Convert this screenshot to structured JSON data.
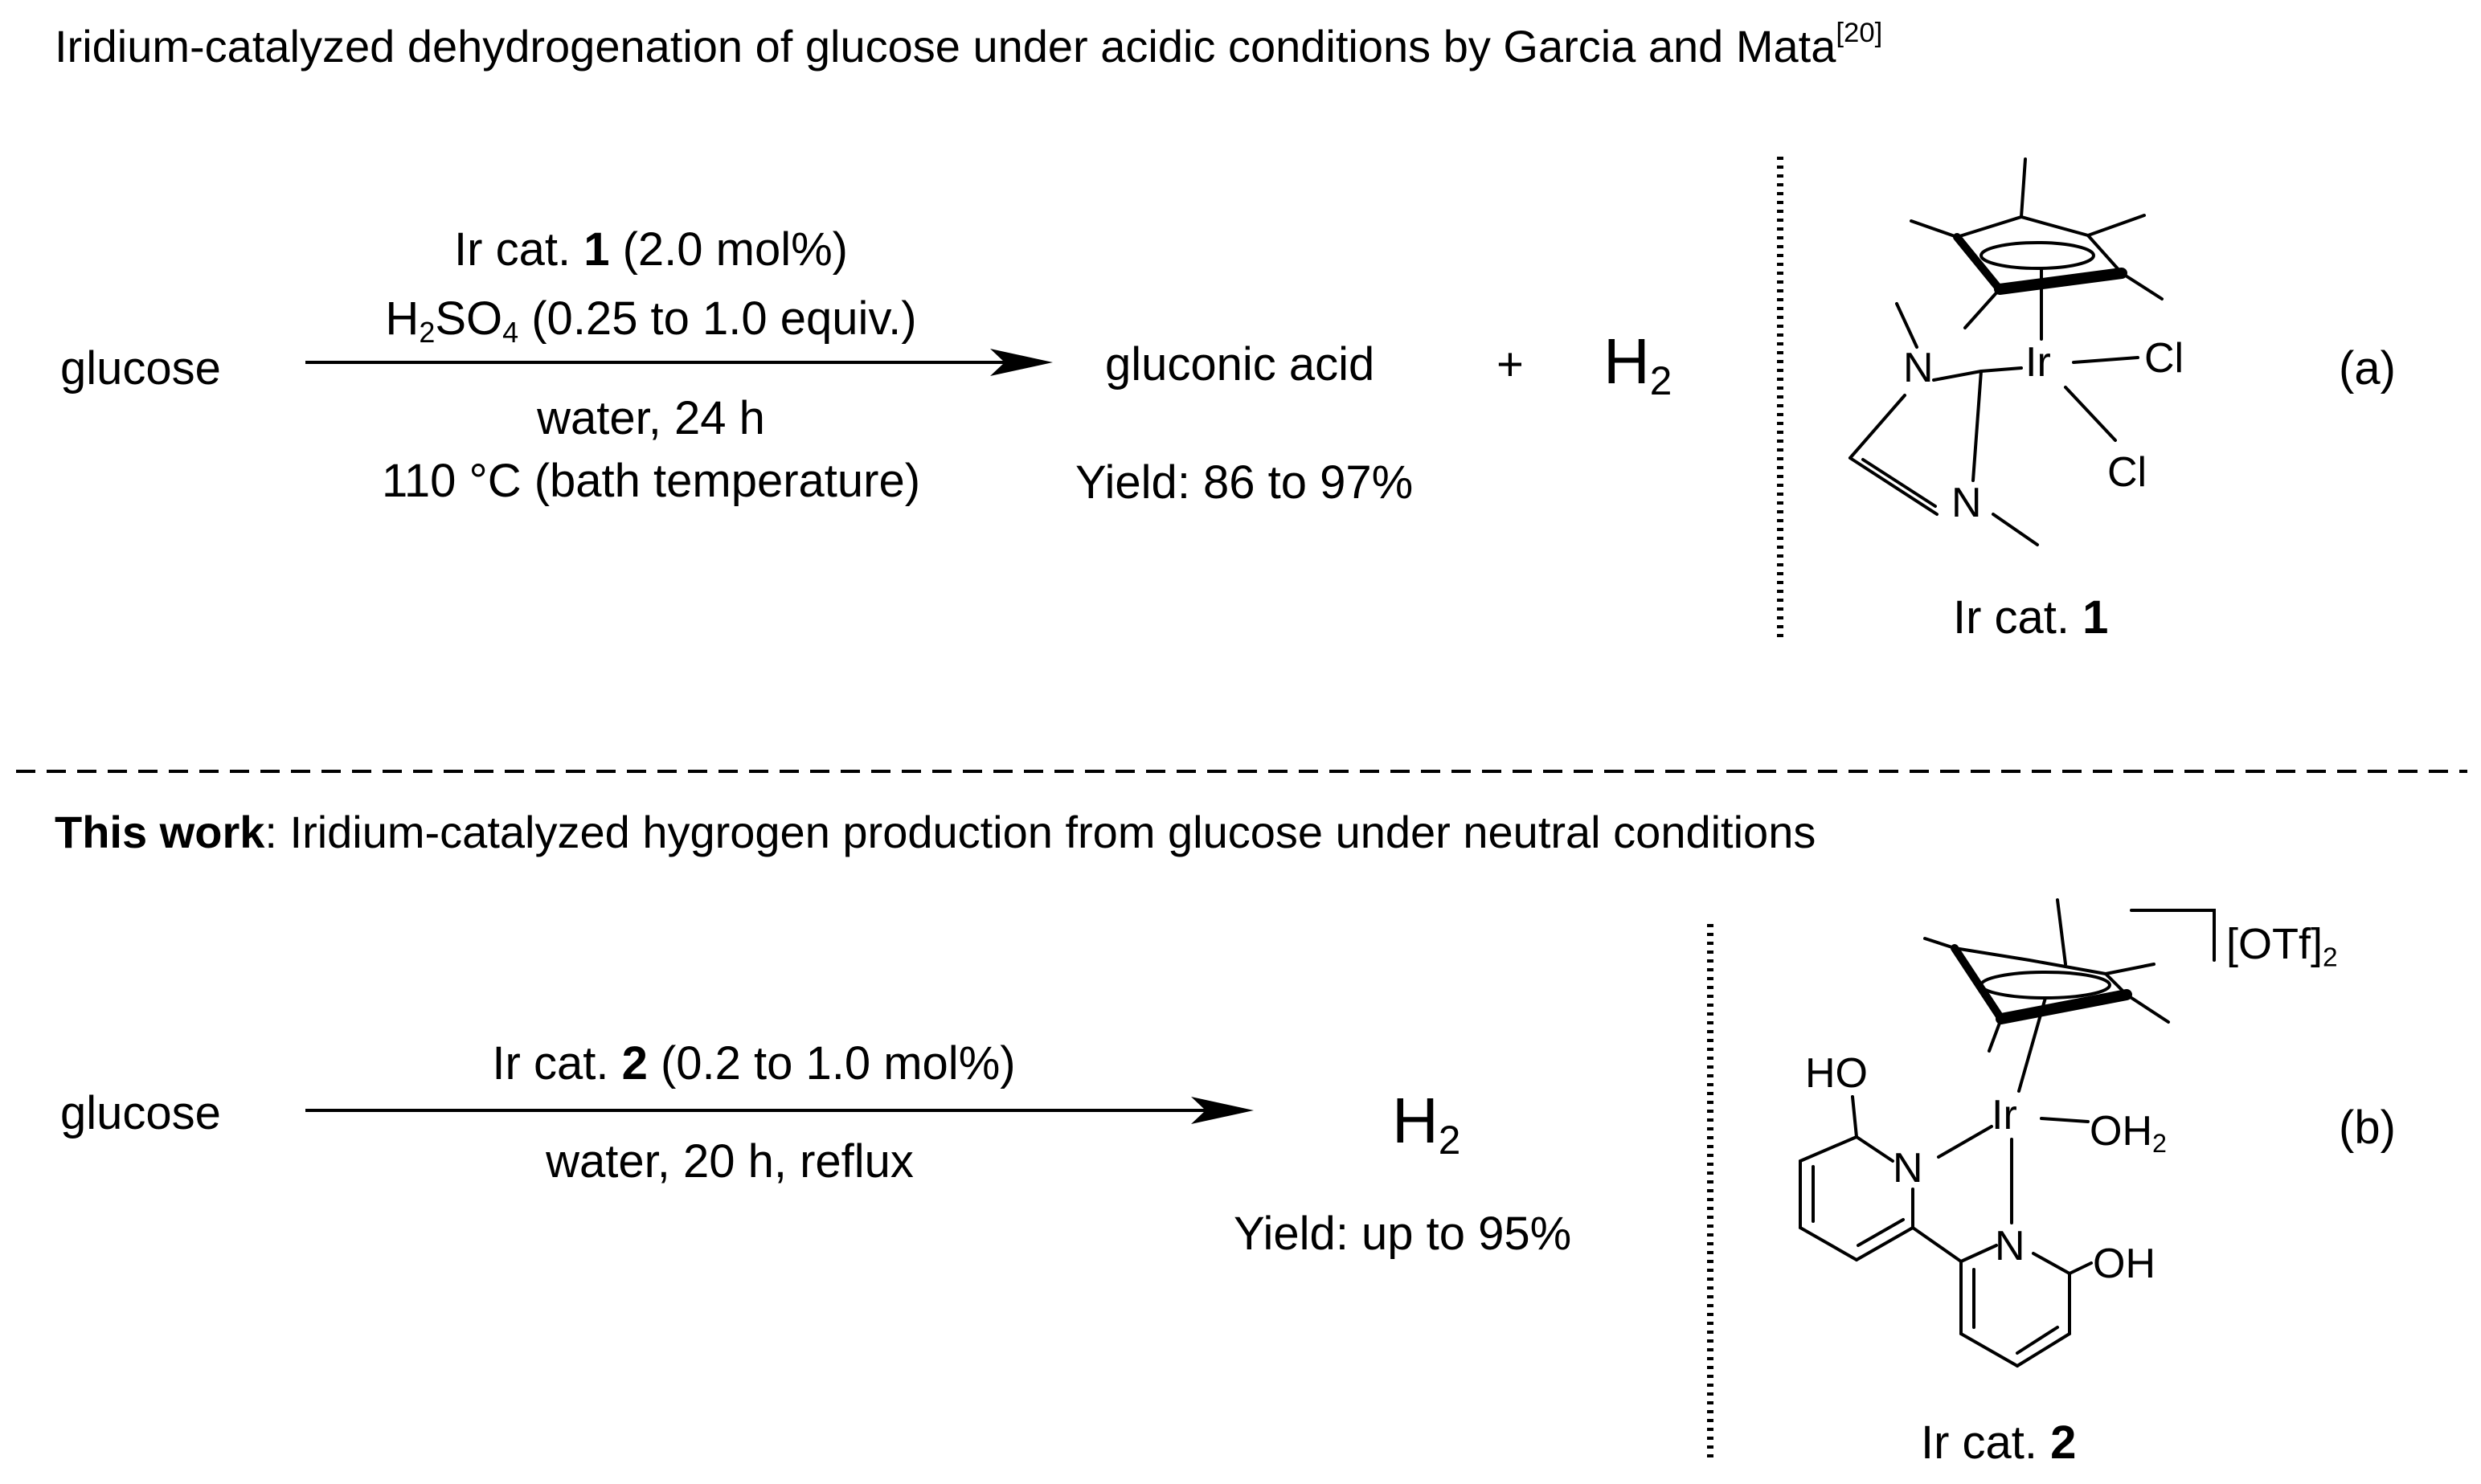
{
  "scheme_a": {
    "header": "Iridium-catalyzed dehydrogenation of glucose under acidic conditions by Garcia and Mata",
    "header_ref": "[20]",
    "reactant": "glucose",
    "cond_catalyst_prefix": "Ir cat. ",
    "cond_catalyst_number": "1",
    "cond_catalyst_suffix": " (2.0 mol%)",
    "cond_acid_main": "H",
    "cond_acid_sub1": "2",
    "cond_acid_mid": "SO",
    "cond_acid_sub2": "4",
    "cond_acid_rest": " (0.25 to 1.0 equiv.)",
    "cond_solvent": "water, 24 h",
    "cond_temp": "110 °C (bath temperature)",
    "product": "gluconic acid",
    "plus": "+",
    "h2_main": "H",
    "h2_sub": "2",
    "yield": "Yield: 86 to 97%",
    "label": "(a)",
    "catalyst_caption_prefix": "Ir cat. ",
    "catalyst_caption_number": "1",
    "atoms": {
      "n_top": "N",
      "n_bottom": "N",
      "ir": "Ir",
      "cl_top": "Cl",
      "cl_bottom": "Cl"
    }
  },
  "scheme_b": {
    "header_bold": "This work",
    "header_rest": ": Iridium-catalyzed hygrogen production from glucose under neutral conditions",
    "reactant": "glucose",
    "cond_catalyst_prefix": "Ir cat. ",
    "cond_catalyst_number": "2",
    "cond_catalyst_suffix": " (0.2 to 1.0 mol%)",
    "cond_solvent": "water, 20 h, reflux",
    "h2_main": "H",
    "h2_sub": "2",
    "yield": "Yield: up to 95%",
    "label": "(b)",
    "catalyst_caption_prefix": "Ir cat. ",
    "catalyst_caption_number": "2",
    "atoms": {
      "ho": "HO",
      "n_upper": "N",
      "ir": "Ir",
      "oh2_main": "OH",
      "oh2_sub": "2",
      "n_lower": "N",
      "oh": "OH",
      "counterion_main": "[OTf]",
      "counterion_sub": "2"
    }
  },
  "colors": {
    "ink": "#000000",
    "background": "#ffffff"
  }
}
